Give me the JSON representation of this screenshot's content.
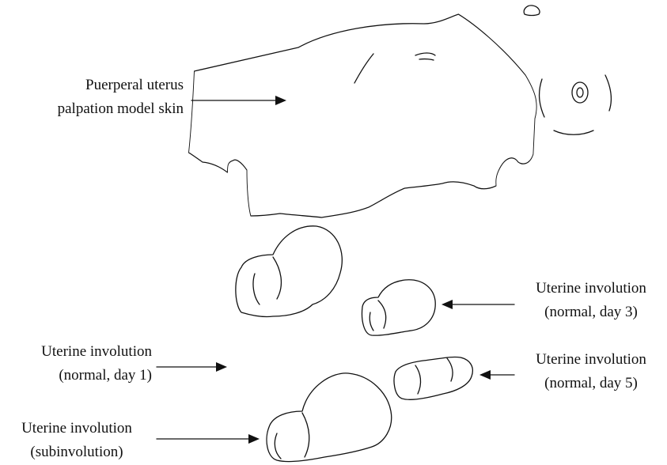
{
  "labels": {
    "skin": [
      "Puerperal uterus",
      "palpation model skin"
    ],
    "day1": [
      "Uterine involution",
      "(normal, day 1)"
    ],
    "day3": [
      "Uterine involution",
      "(normal, day 3)"
    ],
    "day5": [
      "Uterine involution",
      "(normal, day 5)"
    ],
    "sub": [
      "Uterine involution",
      "(subinvolution)"
    ]
  },
  "colors": {
    "line": "#111111",
    "text": "#111111",
    "background": "#ffffff"
  }
}
